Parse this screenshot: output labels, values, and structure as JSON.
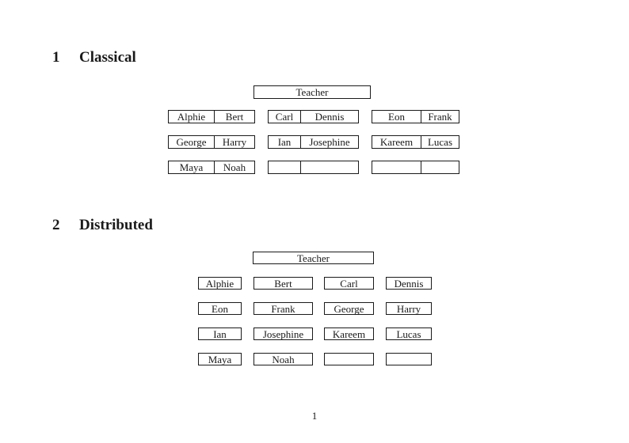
{
  "colors": {
    "ink": "#1a1a1a",
    "background": "#ffffff"
  },
  "page_number": "1",
  "sections": [
    {
      "number": "1",
      "title": "Classical"
    },
    {
      "number": "2",
      "title": "Distributed"
    }
  ],
  "classical": {
    "teacher_label": "Teacher",
    "groups": [
      {
        "rows": [
          [
            "Alphie",
            "Bert"
          ],
          [
            "George",
            "Harry"
          ],
          [
            "Maya",
            "Noah"
          ]
        ]
      },
      {
        "rows": [
          [
            "Carl",
            "Dennis"
          ],
          [
            "Ian",
            "Josephine"
          ],
          [
            "",
            ""
          ]
        ]
      },
      {
        "rows": [
          [
            "Eon",
            "Frank"
          ],
          [
            "Kareem",
            "Lucas"
          ],
          [
            "",
            ""
          ]
        ]
      }
    ]
  },
  "distributed": {
    "teacher_label": "Teacher",
    "rows": [
      [
        "Alphie",
        "Bert",
        "Carl",
        "Dennis"
      ],
      [
        "Eon",
        "Frank",
        "George",
        "Harry"
      ],
      [
        "Ian",
        "Josephine",
        "Kareem",
        "Lucas"
      ],
      [
        "Maya",
        "Noah",
        "",
        ""
      ]
    ]
  }
}
